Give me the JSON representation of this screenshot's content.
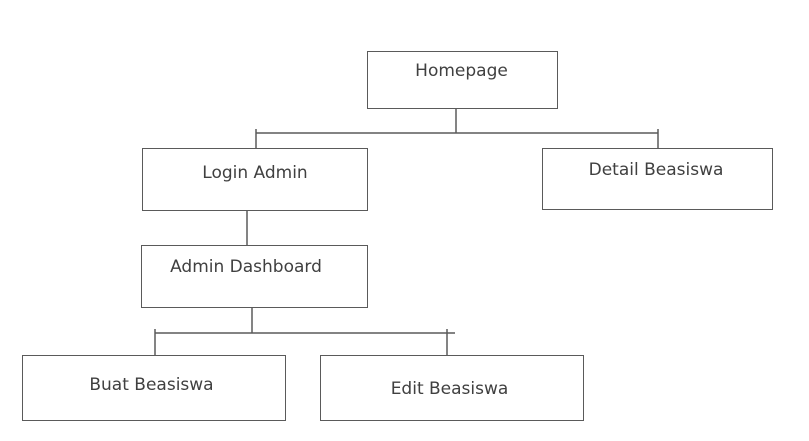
{
  "nodes": {
    "homepage": "Homepage",
    "login_admin": "Login Admin",
    "detail_beasiswa": "Detail Beasiswa",
    "admin_dashboard": "Admin Dashboard",
    "buat_beasiswa": "Buat Beasiswa",
    "edit_beasiswa": "Edit Beasiswa"
  },
  "edges": [
    {
      "from": "Homepage",
      "to": "Login Admin"
    },
    {
      "from": "Homepage",
      "to": "Detail Beasiswa"
    },
    {
      "from": "Login Admin",
      "to": "Admin Dashboard"
    },
    {
      "from": "Admin Dashboard",
      "to": "Buat Beasiswa"
    },
    {
      "from": "Admin Dashboard",
      "to": "Edit Beasiswa"
    }
  ]
}
